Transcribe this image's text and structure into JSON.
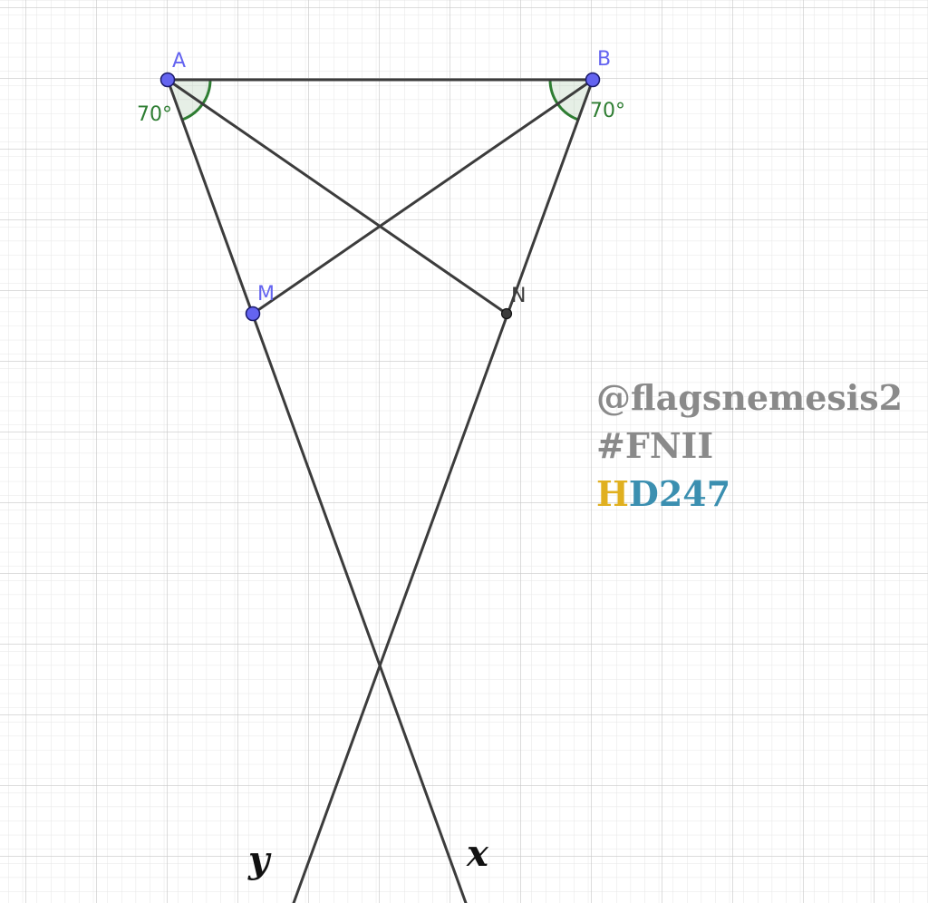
{
  "points": {
    "A": {
      "label": "A"
    },
    "B": {
      "label": "B"
    },
    "M": {
      "label": "M"
    },
    "N": {
      "label": "N"
    }
  },
  "angles": {
    "at_A": "70°",
    "at_B": "70°"
  },
  "rays": {
    "x": "x",
    "y": "y"
  },
  "watermark": {
    "handle": "@flagsnemesis2",
    "tag": "#FNII",
    "code_h": "H",
    "code_rest": "D247"
  },
  "colors": {
    "point_blue": "#6464f0",
    "line_dark": "#3c3c3c",
    "angle_green": "#2e7d32",
    "watermark_gray": "#8a8a8a",
    "watermark_gold": "#e0b020",
    "watermark_teal": "#3b8fb0"
  }
}
